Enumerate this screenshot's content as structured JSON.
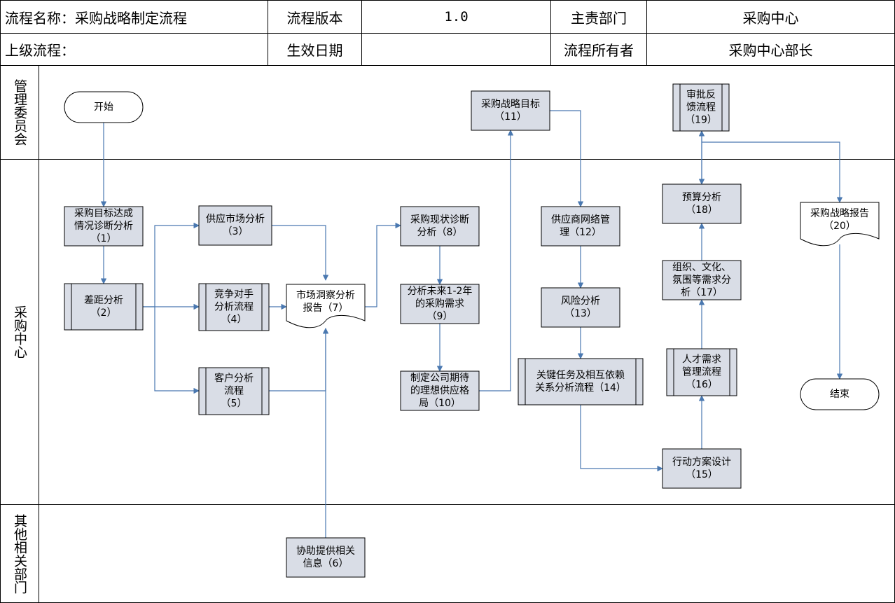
{
  "header": {
    "process_name": "流程名称：采购战略制定流程",
    "version_label": "流程版本",
    "version_value": "1.0",
    "dept_label": "主责部门",
    "dept_value": "采购中心",
    "parent_label": "上级流程：",
    "parent_value": "",
    "effective_label": "生效日期",
    "effective_value": "",
    "owner_label": "流程所有者",
    "owner_value": "采购中心部长"
  },
  "lanes": [
    {
      "id": "mgmt",
      "label": "管理委员会"
    },
    {
      "id": "purchase",
      "label": "采购中心"
    },
    {
      "id": "other",
      "label": "其他相关部门"
    }
  ],
  "nodes": [
    {
      "id": "start",
      "type": "terminal",
      "lines": [
        "开始"
      ]
    },
    {
      "id": "n1",
      "type": "process",
      "lines": [
        "采购目标达成",
        "情况诊断分析",
        "（1）"
      ]
    },
    {
      "id": "n2",
      "type": "subprocess",
      "lines": [
        "差距分析",
        "（2）"
      ]
    },
    {
      "id": "n3",
      "type": "process",
      "lines": [
        "供应市场分析",
        "（3）"
      ]
    },
    {
      "id": "n4",
      "type": "subprocess",
      "lines": [
        "竞争对手",
        "分析流程",
        "（4）"
      ]
    },
    {
      "id": "n5",
      "type": "subprocess",
      "lines": [
        "客户分析",
        "流程",
        "（5）"
      ]
    },
    {
      "id": "n6",
      "type": "process",
      "lines": [
        "协助提供相关",
        "信息（6）"
      ]
    },
    {
      "id": "n7",
      "type": "document",
      "lines": [
        "市场洞察分析",
        "报告（7）"
      ]
    },
    {
      "id": "n8",
      "type": "process",
      "lines": [
        "采购现状诊断",
        "分析（8）"
      ]
    },
    {
      "id": "n9",
      "type": "process",
      "lines": [
        "分析未来1-2年",
        "的采购需求",
        "（9）"
      ]
    },
    {
      "id": "n10",
      "type": "process",
      "lines": [
        "制定公司期待",
        "的理想供应格",
        "局（10）"
      ]
    },
    {
      "id": "n11",
      "type": "process",
      "lines": [
        "采购战略目标",
        "（11）"
      ]
    },
    {
      "id": "n12",
      "type": "process",
      "lines": [
        "供应商网络管",
        "理（12）"
      ]
    },
    {
      "id": "n13",
      "type": "process",
      "lines": [
        "风险分析",
        "（13）"
      ]
    },
    {
      "id": "n14",
      "type": "subprocess",
      "lines": [
        "关键任务及相互依赖",
        "关系分析流程（14）"
      ]
    },
    {
      "id": "n15",
      "type": "process",
      "lines": [
        "行动方案设计",
        "（15）"
      ]
    },
    {
      "id": "n16",
      "type": "subprocess",
      "lines": [
        "人才需求",
        "管理流程",
        "（16）"
      ]
    },
    {
      "id": "n17",
      "type": "process",
      "lines": [
        "组织、文化、",
        "氛围等需求分",
        "析（17）"
      ]
    },
    {
      "id": "n18",
      "type": "process",
      "lines": [
        "预算分析",
        "（18）"
      ]
    },
    {
      "id": "n19",
      "type": "subprocess",
      "lines": [
        "审批反",
        "馈流程",
        "（19）"
      ]
    },
    {
      "id": "n20",
      "type": "document",
      "lines": [
        "采购战略报告",
        "（20）"
      ]
    },
    {
      "id": "end",
      "type": "terminal",
      "lines": [
        "结束"
      ]
    }
  ],
  "colors": {
    "box_fill": "#d9dde6",
    "line": "#4a78b0",
    "border": "#000000"
  }
}
